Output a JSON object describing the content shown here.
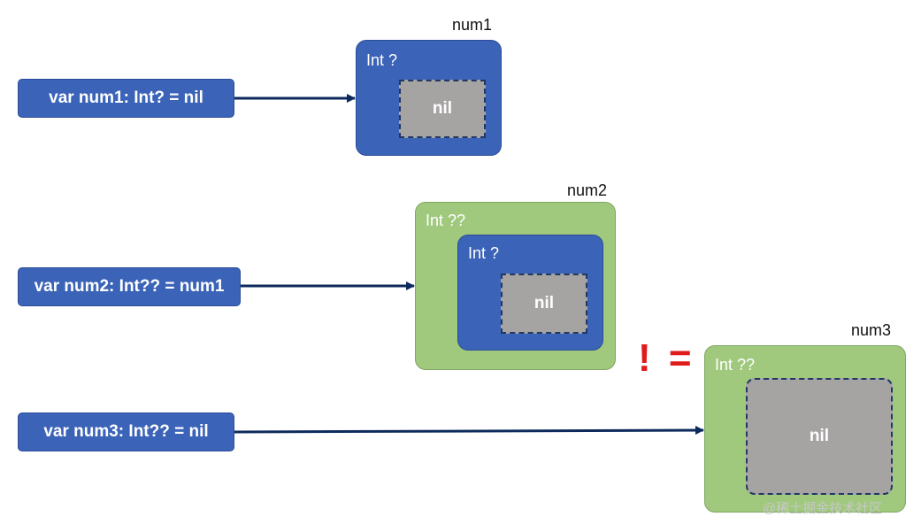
{
  "rows": [
    {
      "declaration": "var num1: Int? = nil",
      "variable": "num1",
      "outer_type": "Int ?",
      "inner_value": "nil"
    },
    {
      "declaration": "var num2: Int?? = num1",
      "variable": "num2",
      "outer_type": "Int ??",
      "inner_type": "Int ?",
      "inner_value": "nil"
    },
    {
      "declaration": "var num3: Int?? = nil",
      "variable": "num3",
      "outer_type": "Int ??",
      "inner_value": "nil"
    }
  ],
  "not_equal_symbol": "! =",
  "watermark": "@稀土掘金技术社区",
  "colors": {
    "optional_blue": "#3b63b8",
    "double_optional_green": "#a0c97e",
    "nil_gray": "#a6a3a3",
    "arrow_navy": "#0d2a5c",
    "not_equal_red": "#e01b1b"
  }
}
